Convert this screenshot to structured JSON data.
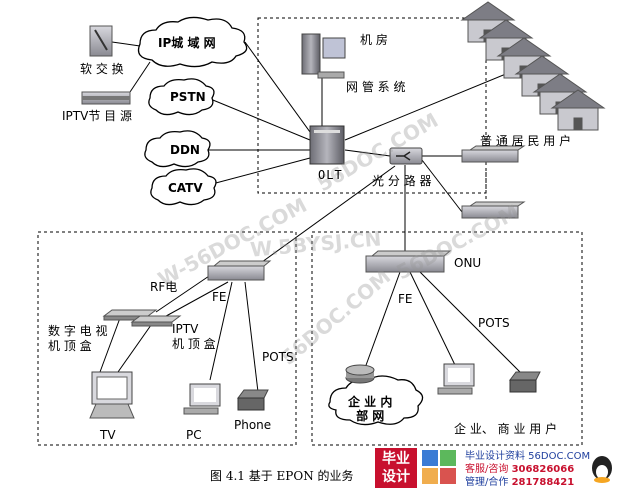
{
  "labels": {
    "softswitch": "软 交 换",
    "iptv_source": "IPTV节 目 源",
    "ip_metro": "IP城 域 网",
    "pstn": "PSTN",
    "ddn": "DDN",
    "catv": "CATV",
    "machine_room": "机 房",
    "nms": "网 管 系 统",
    "olt": "OLT",
    "splitter": "光 分 路 器",
    "residential": "普 通 居 民 用 户",
    "onu_right": "ONU",
    "rf": "RF电",
    "fe_left": "FE",
    "digital_tv_box": "数 字 电 视\n机 顶 盒",
    "iptv_box": "IPTV\n机 顶 盒",
    "pots_left": "POTS",
    "tv": "TV",
    "pc": "PC",
    "phone": "Phone",
    "fe_right": "FE",
    "pots_right": "POTS",
    "enterprise_lan": "企 业 内\n部 网",
    "enterprise_users": "企 业、 商 业 用 户",
    "caption": "图 4.1 基于 EPON 的业务"
  },
  "watermarks": [
    "56DOC.COM",
    "W-56DOC.COM",
    "56DOC.COM",
    "W.5BYSJ.CN",
    "56DOC.COM"
  ],
  "promo": {
    "logo_text": "毕业\n设计",
    "title": "毕业设计资料 56DOC.COM",
    "line1_label": "客服/咨询",
    "line1_value": "306826066",
    "line2_label": "管理/合作",
    "line2_value": "281788421"
  },
  "colors": {
    "line": "#000000",
    "device_gray": "#9a9aa2",
    "house_roof": "#7d7d85",
    "house_wall": "#c9c9cf",
    "promo_red": "#c8102e",
    "promo_blue": "#1f3f9e"
  }
}
